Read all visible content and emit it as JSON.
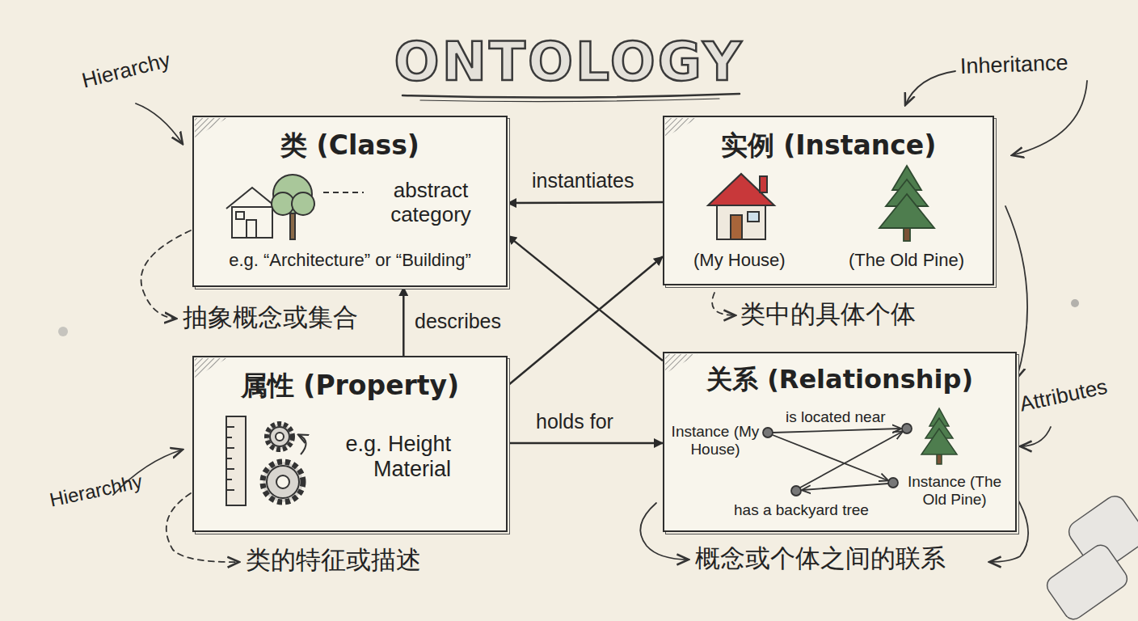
{
  "diagram": {
    "title": "ONTOLOGY",
    "nodes": [
      {
        "text": [
          "类 (Class)",
          "abstract category",
          "e.g. “Architecture” or “Building”"
        ]
      },
      {
        "text": [
          "实例 (Instance)",
          "(My House)",
          "(The Old Pine)"
        ]
      },
      {
        "text": [
          "属性 (Property)",
          "e.g. Height Material"
        ]
      },
      {
        "text": [
          "关系 (Relationship)",
          "Instance (My House)",
          "is located near",
          "has a backyard tree",
          "Instance (The Old Pine)"
        ]
      }
    ],
    "edges": [
      {
        "from": 1,
        "to": 0,
        "label": "instantiates",
        "arrow": "to"
      },
      {
        "from": 2,
        "to": 0,
        "label": "describes",
        "arrow": "to"
      },
      {
        "from": 2,
        "to": 1,
        "arrow": "to"
      },
      {
        "from": 3,
        "to": 0,
        "arrow": "to"
      },
      {
        "from": 2,
        "to": 3,
        "label": "holds for",
        "arrow": "to"
      }
    ],
    "labels": [
      "Hierarchy",
      "Inheritance",
      "抽象概念或集合",
      "类中的具体个体",
      "Attributes",
      "Hierarchhy",
      "类的特征或描述",
      "概念或个体之间的联系"
    ]
  }
}
